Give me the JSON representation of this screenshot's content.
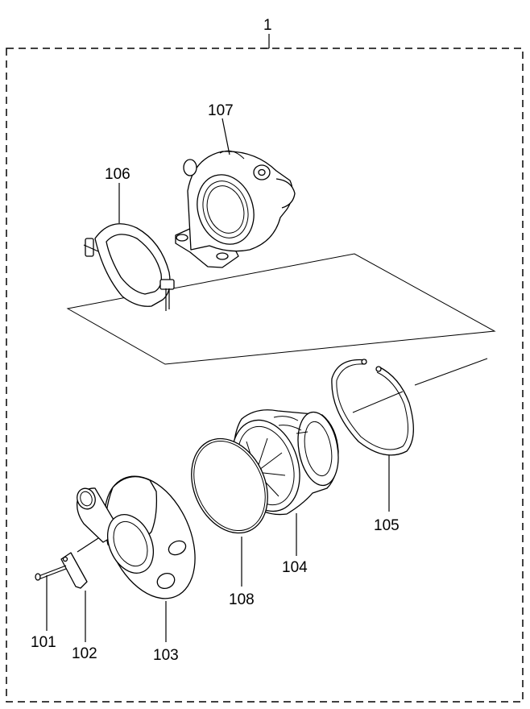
{
  "diagram": {
    "assembly_label": "1",
    "parts": [
      {
        "id": "p101",
        "label": "101"
      },
      {
        "id": "p102",
        "label": "102"
      },
      {
        "id": "p103",
        "label": "103"
      },
      {
        "id": "p104",
        "label": "104"
      },
      {
        "id": "p105",
        "label": "105"
      },
      {
        "id": "p106",
        "label": "106"
      },
      {
        "id": "p107",
        "label": "107"
      },
      {
        "id": "p108",
        "label": "108"
      }
    ]
  }
}
